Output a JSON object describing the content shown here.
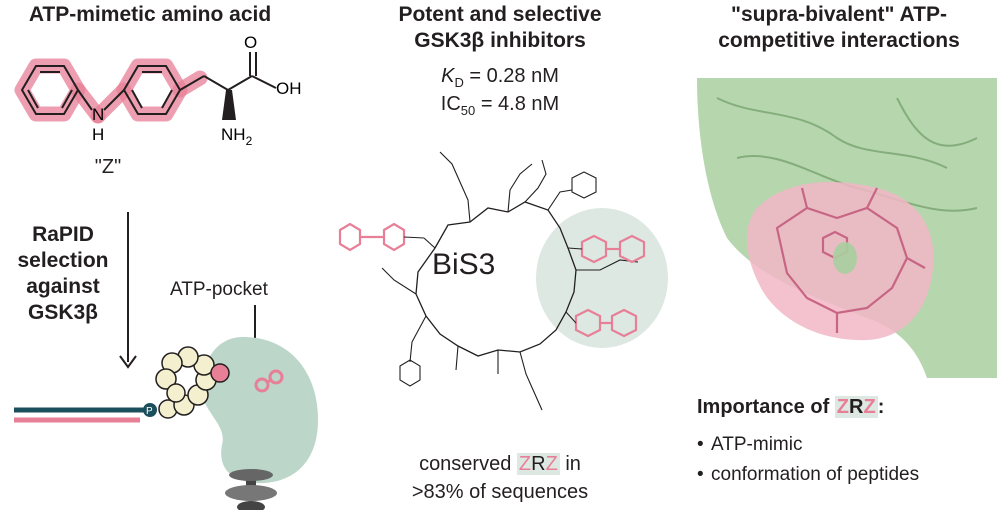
{
  "left": {
    "heading": "ATP-mimetic amino acid",
    "atoms": {
      "o": "O",
      "oh": "OH",
      "nh2": "NH",
      "nh2_sub": "2",
      "nh": "N",
      "h": "H"
    },
    "z_label": "\"Z\"",
    "selection": [
      "RaPID",
      "selection",
      "against",
      "GSK3β"
    ],
    "pocket_label": "ATP-pocket",
    "p_label": "P"
  },
  "middle": {
    "heading_line1": "Potent and selective",
    "heading_line2": "GSK3β inhibitors",
    "kd": {
      "k": "K",
      "sub": "D",
      "rest": " = 0.28 nM"
    },
    "ic50": {
      "ic": "IC",
      "sub": "50",
      "rest": " = 4.8 nM"
    },
    "peptide_label": "BiS3",
    "footer_pre": "conserved ",
    "footer_z1": "Z",
    "footer_r": "R",
    "footer_z2": "Z",
    "footer_post": " in",
    "footer_line2": ">83% of sequences"
  },
  "right": {
    "heading_line1": "\"supra-bivalent\" ATP-",
    "heading_line2": "competitive interactions",
    "importance_pre": "Importance of ",
    "importance_z1": "Z",
    "importance_r": "R",
    "importance_z2": "Z",
    "importance_post": ":",
    "bullets": [
      "ATP-mimic",
      "conformation of peptides"
    ]
  },
  "colors": {
    "pink": "#e77f97",
    "pink_light": "#f2b6c6",
    "green_protein": "#a9cf9f",
    "teal_bg": "#dde8e2",
    "sage": "#bcd6c9",
    "dark_teal": "#1b4f5c",
    "bead": "#f4f0cf"
  }
}
